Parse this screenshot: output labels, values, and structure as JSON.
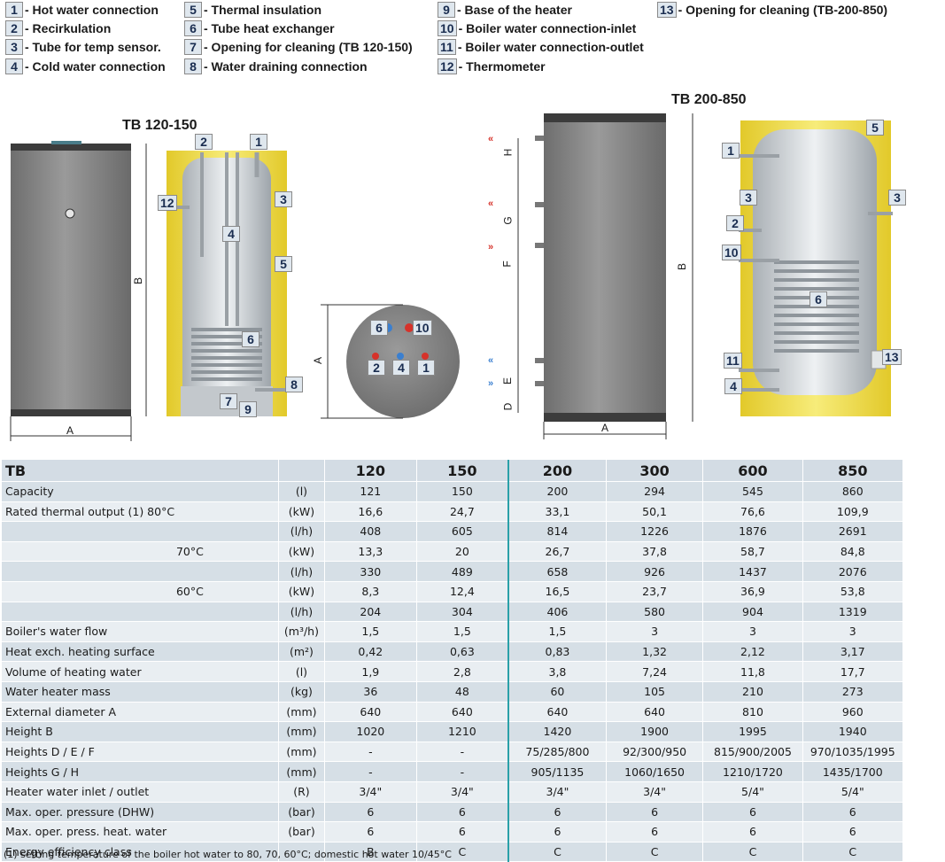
{
  "legend": [
    {
      "num": "1",
      "text": "- Hot water connection"
    },
    {
      "num": "2",
      "text": "- Recirkulation"
    },
    {
      "num": "3",
      "text": "- Tube for temp sensor."
    },
    {
      "num": "4",
      "text": "- Cold water connection"
    },
    {
      "num": "5",
      "text": "- Thermal insulation"
    },
    {
      "num": "6",
      "text": "- Tube heat exchanger"
    },
    {
      "num": "7",
      "text": "- Opening for cleaning (TB 120-150)"
    },
    {
      "num": "8",
      "text": "- Water draining connection"
    },
    {
      "num": "9",
      "text": "- Base of the heater"
    },
    {
      "num": "10",
      "text": "- Boiler water connection-inlet"
    },
    {
      "num": "11",
      "text": "- Boiler water connection-outlet"
    },
    {
      "num": "12",
      "text": "- Thermometer"
    },
    {
      "num": "13",
      "text": "- Opening for cleaning  (TB-200-850)"
    }
  ],
  "diagrams": {
    "small_title": "TB 120-150",
    "large_title": "TB 200-850",
    "dim_a": "A",
    "dim_b": "B",
    "dims_side": [
      "H",
      "G",
      "F",
      "E",
      "D"
    ],
    "colors": {
      "tank": "#7d7d7d",
      "insulation": "#f1e04a",
      "steel": "#c9ced2",
      "red": "#d6322a",
      "blue": "#3a7fd0"
    }
  },
  "table": {
    "header": [
      "TB",
      "",
      "120",
      "150",
      "200",
      "300",
      "600",
      "850"
    ],
    "rows": [
      [
        "Capacity",
        "(l)",
        "121",
        "150",
        "200",
        "294",
        "545",
        "860"
      ],
      [
        "Rated thermal output (1) 80°C",
        "(kW)",
        "16,6",
        "24,7",
        "33,1",
        "50,1",
        "76,6",
        "109,9"
      ],
      [
        "",
        "(l/h)",
        "408",
        "605",
        "814",
        "1226",
        "1876",
        "2691"
      ],
      [
        "70°C",
        "(kW)",
        "13,3",
        "20",
        "26,7",
        "37,8",
        "58,7",
        "84,8"
      ],
      [
        "",
        "(l/h)",
        "330",
        "489",
        "658",
        "926",
        "1437",
        "2076"
      ],
      [
        "60°C",
        "(kW)",
        "8,3",
        "12,4",
        "16,5",
        "23,7",
        "36,9",
        "53,8"
      ],
      [
        "",
        "(l/h)",
        "204",
        "304",
        "406",
        "580",
        "904",
        "1319"
      ],
      [
        "Boiler's water flow",
        "(m³/h)",
        "1,5",
        "1,5",
        "1,5",
        "3",
        "3",
        "3"
      ],
      [
        "Heat exch. heating surface",
        "(m²)",
        "0,42",
        "0,63",
        "0,83",
        "1,32",
        "2,12",
        "3,17"
      ],
      [
        "Volume of heating water",
        "(l)",
        "1,9",
        "2,8",
        "3,8",
        "7,24",
        "11,8",
        "17,7"
      ],
      [
        "Water heater mass",
        "(kg)",
        "36",
        "48",
        "60",
        "105",
        "210",
        "273"
      ],
      [
        "External diameter A",
        "(mm)",
        "640",
        "640",
        "640",
        "640",
        "810",
        "960"
      ],
      [
        "Height B",
        "(mm)",
        "1020",
        "1210",
        "1420",
        "1900",
        "1995",
        "1940"
      ],
      [
        "Heights D / E / F",
        "(mm)",
        "-",
        "-",
        "75/285/800",
        "92/300/950",
        "815/900/2005",
        "970/1035/1995"
      ],
      [
        "Heights G / H",
        "(mm)",
        "-",
        "-",
        "905/1135",
        "1060/1650",
        "1210/1720",
        "1435/1700"
      ],
      [
        "Heater water inlet / outlet",
        "(R)",
        "3/4\"",
        "3/4\"",
        "3/4\"",
        "3/4\"",
        "5/4\"",
        "5/4\""
      ],
      [
        "Max. oper. pressure (DHW)",
        "(bar)",
        "6",
        "6",
        "6",
        "6",
        "6",
        "6"
      ],
      [
        "Max. oper. press. heat. water",
        "(bar)",
        "6",
        "6",
        "6",
        "6",
        "6",
        "6"
      ],
      [
        "Energy efficiency class",
        "",
        "B",
        "C",
        "C",
        "C",
        "C",
        "C"
      ]
    ]
  },
  "footnote": "(1) setting temperature of the boiler hot water to 80, 70, 60°C; domestic hot water 10/45°C"
}
